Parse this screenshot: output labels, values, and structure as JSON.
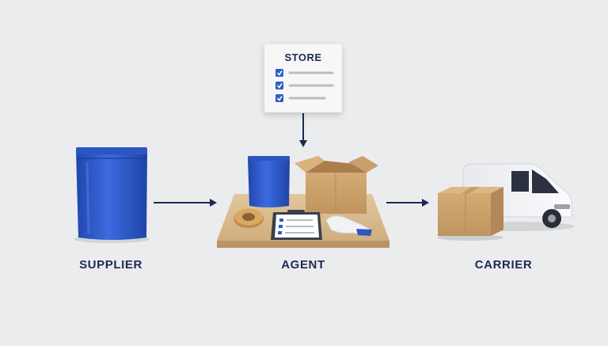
{
  "nodes": {
    "supplier": {
      "label": "SUPPLIER"
    },
    "agent": {
      "label": "AGENT"
    },
    "carrier": {
      "label": "CARRIER"
    },
    "store": {
      "label": "STORE",
      "checklist_items": 3
    }
  },
  "icons": {
    "supplier": "blue-pouch-icon",
    "agent": "packing-table-icon",
    "carrier": "van-with-box-icon",
    "store": "checklist-card-icon"
  },
  "colors": {
    "background": "#ebecee",
    "label": "#1b2a55",
    "arrow": "#1b2a55",
    "pouch": "#2b57c4",
    "cardboard": "#c9a06b",
    "check": "#2f5fc7"
  }
}
